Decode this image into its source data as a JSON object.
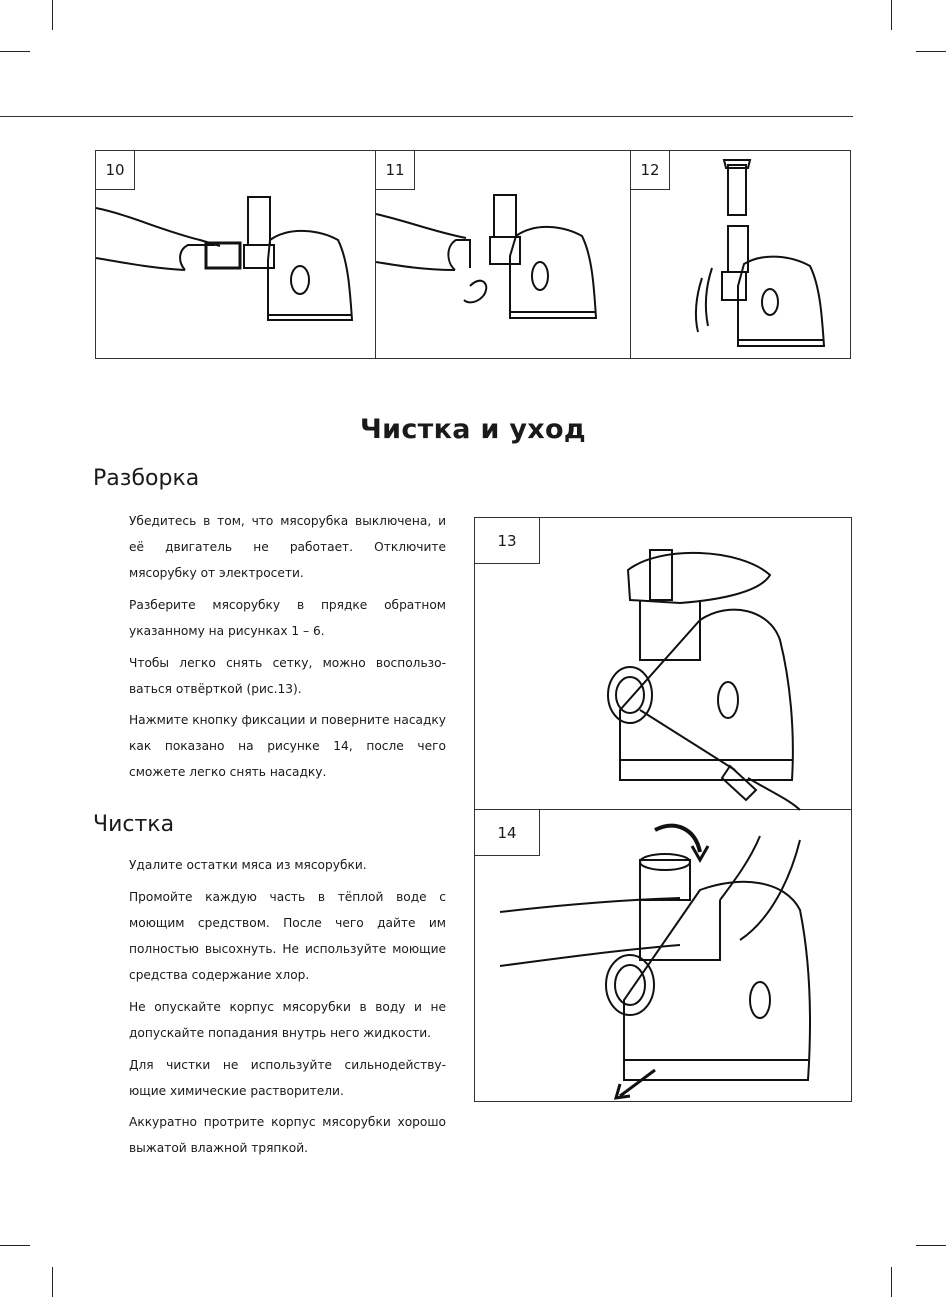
{
  "figures": {
    "top": [
      {
        "number": "10"
      },
      {
        "number": "11"
      },
      {
        "number": "12"
      }
    ],
    "side": [
      {
        "number": "13"
      },
      {
        "number": "14"
      }
    ]
  },
  "page_title": "Чистка и уход",
  "disassembly": {
    "heading": "Разборка",
    "paragraphs": [
      "Убедитесь в том, что мясорубка выключена, и её двигатель не работает. Отключите мясорубку от электросети.",
      "Разберите мясорубку в прядке обратном указанному на рисунках 1 – 6.",
      "Чтобы легко снять сетку, можно воспользо-ваться отвёрткой (рис.13).",
      "Нажмите кнопку фиксации и поверните насадку как показано на рисунке 14, после чего сможете легко снять насадку."
    ]
  },
  "cleaning": {
    "heading": "Чистка",
    "paragraphs": [
      "Удалите остатки мяса из мясорубки.",
      "Промойте каждую часть в тёплой воде с моющим средством. После чего дайте им полностью высохнуть. Не используйте моющие средства содержание хлор.",
      "Не опускайте корпус мясорубки в воду и не допускайте попадания внутрь него жидкости.",
      "Для чистки не используйте сильнодейству-ющие химические растворители.",
      "Аккуратно протрите корпус мясорубки хорошо выжатой влажной тряпкой."
    ]
  }
}
